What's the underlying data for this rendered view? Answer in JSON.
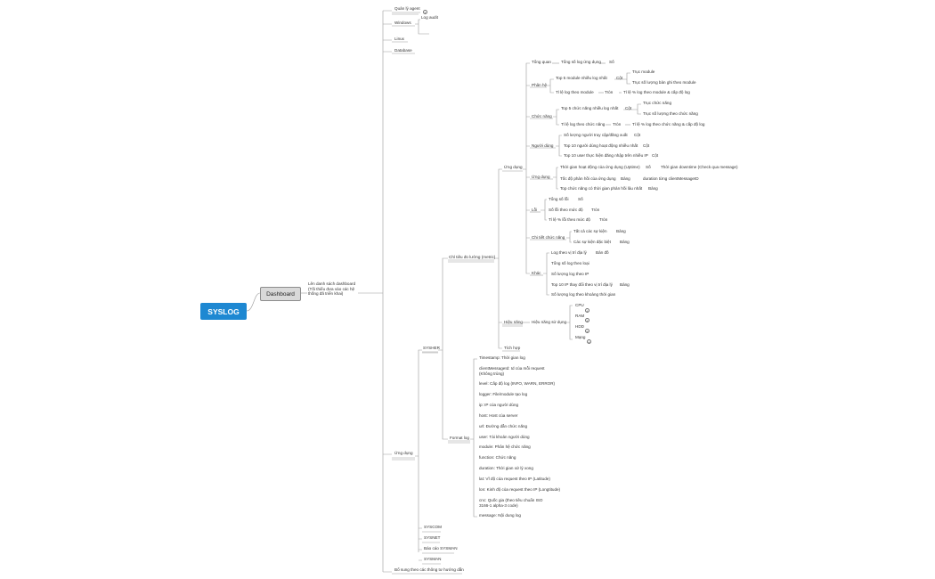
{
  "root": "SYSLOG",
  "dashboard": "Dashboard",
  "dashboard_desc": "Lên danh sách dashboard (Tối thiểu đưa vào các hệ thống đã triển khai)",
  "agent": {
    "title": "Quản lý agent",
    "windows": "Windows",
    "log_audit": "Log audit",
    "linux": "Linux",
    "database": "Database"
  },
  "ungdung": "Ứng dụng",
  "sysher": "SYSHER",
  "chitieu": "Chỉ tiêu đo lường (metric)",
  "ungdung2": "Ứng dụng",
  "tongquan": {
    "label": "Tổng quan",
    "a": "Tổng số log ứng dụng",
    "b": "Số"
  },
  "phanhe": {
    "label": "Phân hệ",
    "top5": "Top 5 module nhiều log nhất",
    "cot": "Cột",
    "trucmodule": "Trục module",
    "trucsoluong": "Trục số lượng bản ghi theo module",
    "tyle": "Tỉ lệ log theo module",
    "tron": "Tròn",
    "tyle_desc": "Tỉ lệ % log theo module & cấp độ log"
  },
  "chucnang": {
    "label": "Chức năng",
    "top5": "Top 5 chức năng nhiều log nhất",
    "cot": "Cột",
    "truc": "Trục chức năng",
    "trucsl": "Trục số lượng theo chức năng",
    "tyle": "Tỉ lệ log theo chức năng",
    "tron": "Tròn",
    "tyle_desc": "Tỉ lệ % log theo chức năng & cấp độ log"
  },
  "nguoidung": {
    "label": "Người dùng",
    "a": "Số lượng người truy cập/đăng xuất",
    "a_t": "Cột",
    "b": "Top 10 người dùng hoạt động nhiều nhất",
    "b_t": "Cột",
    "c": "Top 10 user thực hiện đăng nhập trên nhiều IP",
    "c_t": "Cột"
  },
  "ungdung3": {
    "label": "Ứng dụng",
    "a": "Thời gian hoạt động của ứng dụng (Uptime)",
    "a_t": "Số",
    "a_d": "Thời gian downtime (Check qua message)",
    "b": "Tốc độ phản hồi của ứng dụng",
    "b_t": "Bảng",
    "b_d": "duration từng clientMessageID",
    "c": "Top chức năng có thời gian phản hồi lâu nhất",
    "c_t": "Bảng"
  },
  "loi": {
    "label": "Lỗi",
    "a": "Tổng số lỗi",
    "a_t": "Số",
    "b": "Số lỗi theo mức độ",
    "b_t": "Tròn",
    "c": "Tỉ lệ % lỗi theo mức độ",
    "c_t": "Tròn"
  },
  "chitiet": {
    "label": "Chi tiết chức năng",
    "a": "Tất cả các sự kiện",
    "a_t": "Bảng",
    "b": "Các sự kiện đặc biệt",
    "b_t": "Bảng"
  },
  "khac": {
    "label": "Khác",
    "a": "Log theo vị trí địa lý",
    "a_t": "Bản đồ",
    "b": "Tổng số log theo loại",
    "c": "Số lượng log theo IP",
    "d": "Top 10 IP thay đổi theo vị trí địa lý",
    "d_t": "Bảng",
    "e": "Số lượng log theo khoảng thời gian"
  },
  "hieunang": {
    "label": "Hiệu năng",
    "sub": "Hiệu năng sử dụng",
    "cpu": "CPU",
    "ram": "RAM",
    "hdd": "HDD",
    "mang": "Mạng"
  },
  "tichhop": "Tích hợp",
  "formatlog": {
    "label": "Format log",
    "items": [
      "Timestamp: Thời gian log",
      "clientMessageId: Id của mỗi request (Không trùng)",
      "level: Cấp độ log (INFO, WARN, ERROR)",
      "logger: File/module tạo log",
      "ip: IP của người dùng",
      "host: Host của server",
      "url: Đường dẫn chức năng",
      "user: Tài khoản người dùng",
      "module: Phân hệ chức năng",
      "function: Chức năng",
      "duration: Thời gian xử lý xong",
      "lat: Vĩ độ của request theo IP (Latitude)",
      "lon: Kinh độ của request theo IP (Longtitude)",
      "cnc: Quốc gia (theo tiêu chuẩn ISO 3166-1 alpha-3 code)",
      "message: Nội dung log"
    ]
  },
  "others": [
    "SYSCOM",
    "SYSNET",
    "Báo cáo SYSMAN",
    "SYSMAN"
  ],
  "bosung": "Bổ sung theo các thông tư hướng dẫn",
  "plus": "+"
}
